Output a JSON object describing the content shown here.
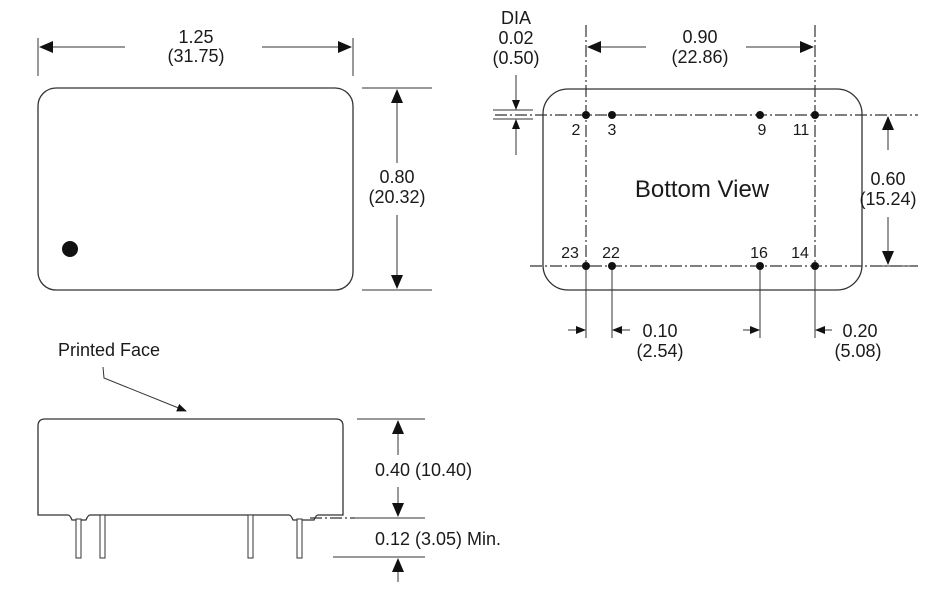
{
  "top_view": {
    "width_in": "1.25",
    "width_mm": "(31.75)",
    "height_in": "0.80",
    "height_mm": "(20.32)"
  },
  "bottom_view": {
    "title": "Bottom View",
    "dia_label": "DIA",
    "dia_in": "0.02",
    "dia_mm": "(0.50)",
    "span_in": "0.90",
    "span_mm": "(22.86)",
    "row_in": "0.60",
    "row_mm": "(15.24)",
    "pitch_in": "0.10",
    "pitch_mm": "(2.54)",
    "offset_in": "0.20",
    "offset_mm": "(5.08)",
    "pins_top": [
      "2",
      "3",
      "9",
      "11"
    ],
    "pins_bottom": [
      "23",
      "22",
      "16",
      "14"
    ]
  },
  "side_view": {
    "printed_face": "Printed Face",
    "height": "0.40 (10.40)",
    "pin_length": "0.12 (3.05) Min."
  }
}
